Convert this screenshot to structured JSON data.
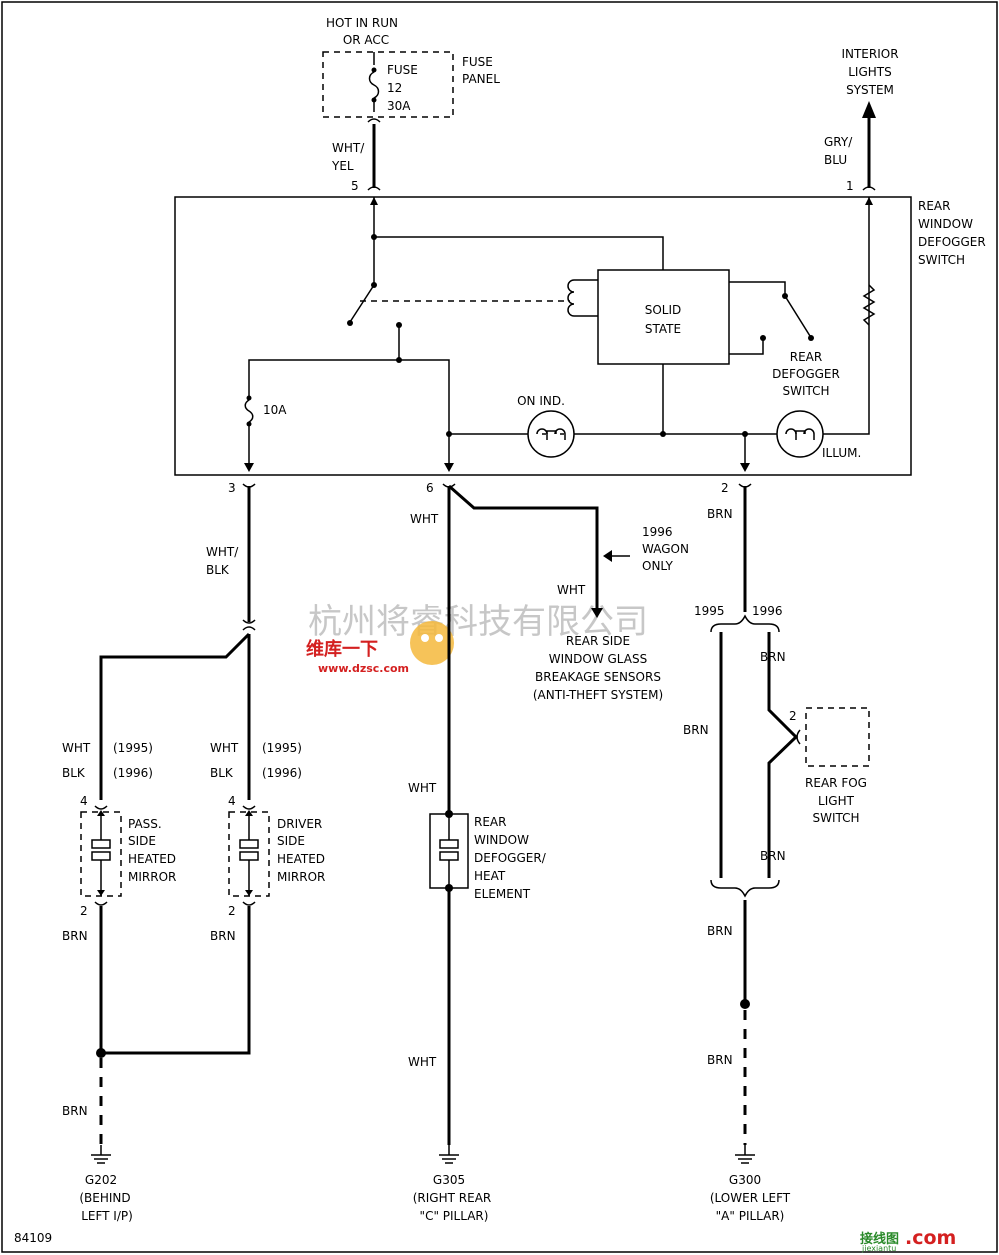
{
  "power": {
    "line1": "HOT IN RUN",
    "line2": "OR ACC"
  },
  "fuse_panel": {
    "fuse_l1": "FUSE",
    "fuse_l2": "12",
    "fuse_l3": "30A",
    "panel_l1": "FUSE",
    "panel_l2": "PANEL"
  },
  "interior": {
    "l1": "INTERIOR",
    "l2": "LIGHTS",
    "l3": "SYSTEM"
  },
  "switch_box": {
    "title_l1": "REAR",
    "title_l2": "WINDOW",
    "title_l3": "DEFOGGER",
    "title_l4": "SWITCH",
    "solid_l1": "SOLID",
    "solid_l2": "STATE",
    "inner_sw_l1": "REAR",
    "inner_sw_l2": "DEFOGGER",
    "inner_sw_l3": "SWITCH",
    "on_ind": "ON IND.",
    "illum": "ILLUM.",
    "fuse_10a": "10A"
  },
  "pins": {
    "p5": "5",
    "p1": "1",
    "p3": "3",
    "p6": "6",
    "p2": "2"
  },
  "wires": {
    "wht_yel_l1": "WHT/",
    "wht_yel_l2": "YEL",
    "gry_blu_l1": "GRY/",
    "gry_blu_l2": "BLU",
    "wht_blk_l1": "WHT/",
    "wht_blk_l2": "BLK",
    "wht": "WHT",
    "brn": "BRN",
    "blk": "BLK",
    "y1995": "(1995)",
    "y1996": "(1996)"
  },
  "wagon": {
    "l1": "1996",
    "l2": "WAGON",
    "l3": "ONLY"
  },
  "sensors": {
    "l1": "REAR SIDE",
    "l2": "WINDOW GLASS",
    "l3": "BREAKAGE SENSORS",
    "l4": "(ANTI-THEFT SYSTEM)"
  },
  "split": {
    "y1995": "1995",
    "y1996": "1996"
  },
  "fog": {
    "pin": "2",
    "l1": "REAR FOG",
    "l2": "LIGHT",
    "l3": "SWITCH"
  },
  "mirrors": {
    "pass_l1": "PASS.",
    "pass_l2": "SIDE",
    "pass_l3": "HEATED",
    "pass_l4": "MIRROR",
    "drv_l1": "DRIVER",
    "drv_l2": "SIDE",
    "drv_l3": "HEATED",
    "drv_l4": "MIRROR",
    "pin4": "4",
    "pin2": "2"
  },
  "element": {
    "l1": "REAR",
    "l2": "WINDOW",
    "l3": "DEFOGGER/",
    "l4": "HEAT",
    "l5": "ELEMENT"
  },
  "grounds": {
    "g202_l1": "G202",
    "g202_l2": "(BEHIND",
    "g202_l3": "LEFT I/P)",
    "g305_l1": "G305",
    "g305_l2": "(RIGHT REAR",
    "g305_l3": "\"C\" PILLAR)",
    "g300_l1": "G300",
    "g300_l2": "(LOWER LEFT",
    "g300_l3": "\"A\" PILLAR)"
  },
  "figure_number": "84109",
  "watermarks": {
    "cn": "杭州将睿科技有限公司",
    "logo_cn": "维库一下",
    "url": "www.dzsc.com",
    "corner_cn": "接线图",
    "corner_com": ".com",
    "corner_sub": "jiexiantu"
  }
}
